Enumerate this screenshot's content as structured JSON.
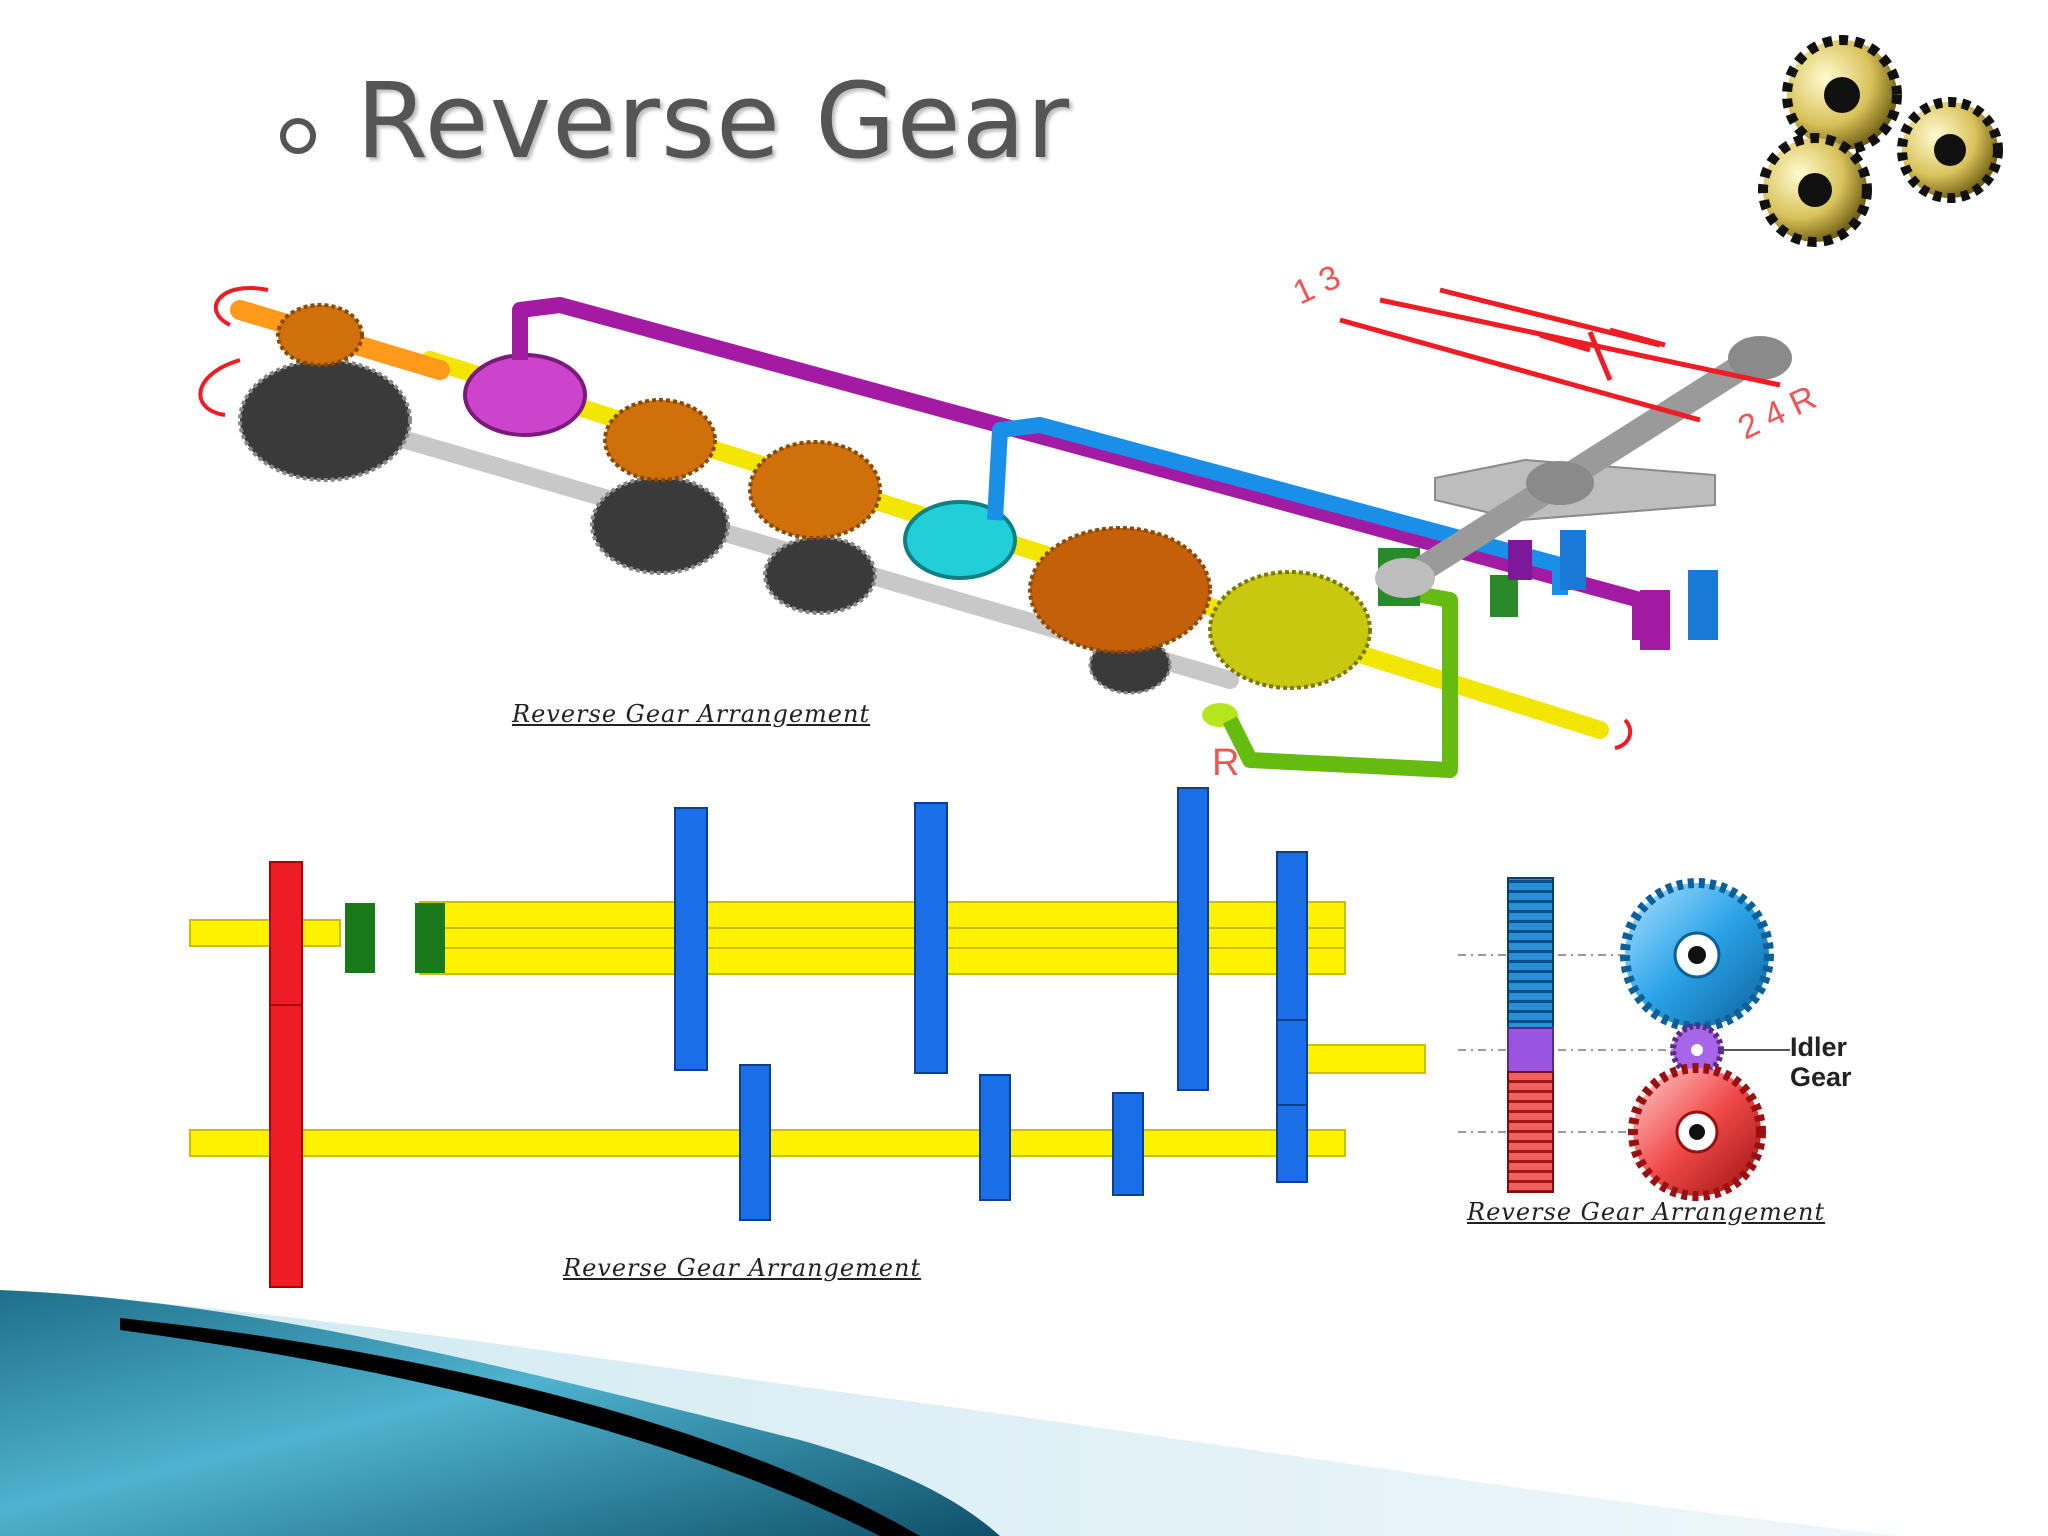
{
  "slide": {
    "title": "Reverse Gear",
    "captions": {
      "isometric": "Reverse Gear Arrangement",
      "schematic": "Reverse Gear Arrangement",
      "idler_diagram": "Reverse Gear Arrangement"
    },
    "shift_pattern": {
      "top_label": "1 3",
      "bottom_label": "2 4 R",
      "reverse_marker": "R"
    },
    "idler_label": {
      "line1": "Idler",
      "line2": "Gear"
    }
  },
  "colors": {
    "accent_blue": "#1a6fe8",
    "shaft_yellow": "#fff200",
    "reverse_red": "#ee1c24",
    "selector_green": "#1a7a1a",
    "teal_band": "#2a8fb0"
  },
  "icons": [
    "gears-icon"
  ]
}
